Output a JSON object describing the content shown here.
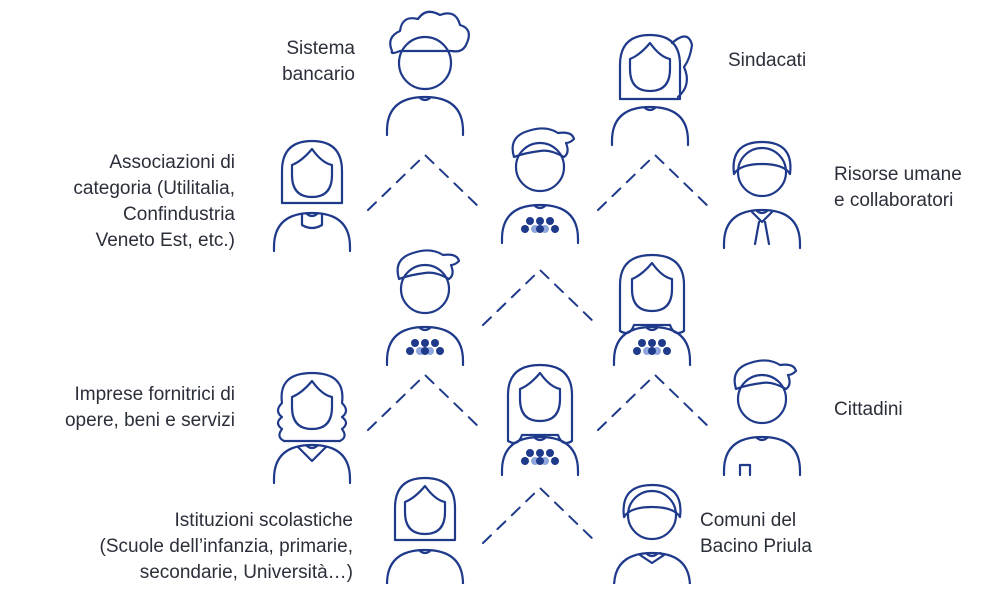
{
  "colors": {
    "stroke": "#1f3a8a",
    "hair_fill": "#c9cdea",
    "dot_dark": "#1f3a8a",
    "dot_light": "#8fa6de",
    "text": "#2b2f3a"
  },
  "stakeholders": {
    "sistema_bancario": "Sistema\nbancario",
    "sindacati": "Sindacati",
    "associazioni": "Associazioni di\ncategoria (Utilitalia,\nConfindustria\nVeneto Est, etc.)",
    "risorse_umane": "Risorse umane\ne collaboratori",
    "imprese": "Imprese fornitrici di\nopere, beni e servizi",
    "cittadini": "Cittadini",
    "istituzioni": "Istituzioni scolastiche\n(Scuole dell’infanzia, primarie,\nsecondarie, Università…)",
    "comuni": "Comuni del\nBacino Priula"
  },
  "icons": [
    {
      "name": "banker-figure-icon",
      "hair": "cloud",
      "body": "plain"
    },
    {
      "name": "union-figure-icon",
      "hair": "ponytail",
      "body": "plain"
    },
    {
      "name": "associations-figure-icon",
      "hair": "bob",
      "body": "collar"
    },
    {
      "name": "center-team-figure-icon-top",
      "hair": "quiff",
      "body": "dots"
    },
    {
      "name": "staff-figure-icon",
      "hair": "short",
      "body": "tie"
    },
    {
      "name": "center-team-figure-icon-left",
      "hair": "quiff",
      "body": "dots"
    },
    {
      "name": "center-team-figure-icon-right",
      "hair": "long",
      "body": "dots"
    },
    {
      "name": "suppliers-figure-icon",
      "hair": "curly",
      "body": "v-neck"
    },
    {
      "name": "center-team-figure-icon-middle",
      "hair": "long",
      "body": "dots"
    },
    {
      "name": "citizens-figure-icon",
      "hair": "quiff",
      "body": "pocket"
    },
    {
      "name": "schools-figure-icon",
      "hair": "bob",
      "body": "plain"
    },
    {
      "name": "municipalities-figure-icon",
      "hair": "short",
      "body": "collar-v"
    }
  ]
}
